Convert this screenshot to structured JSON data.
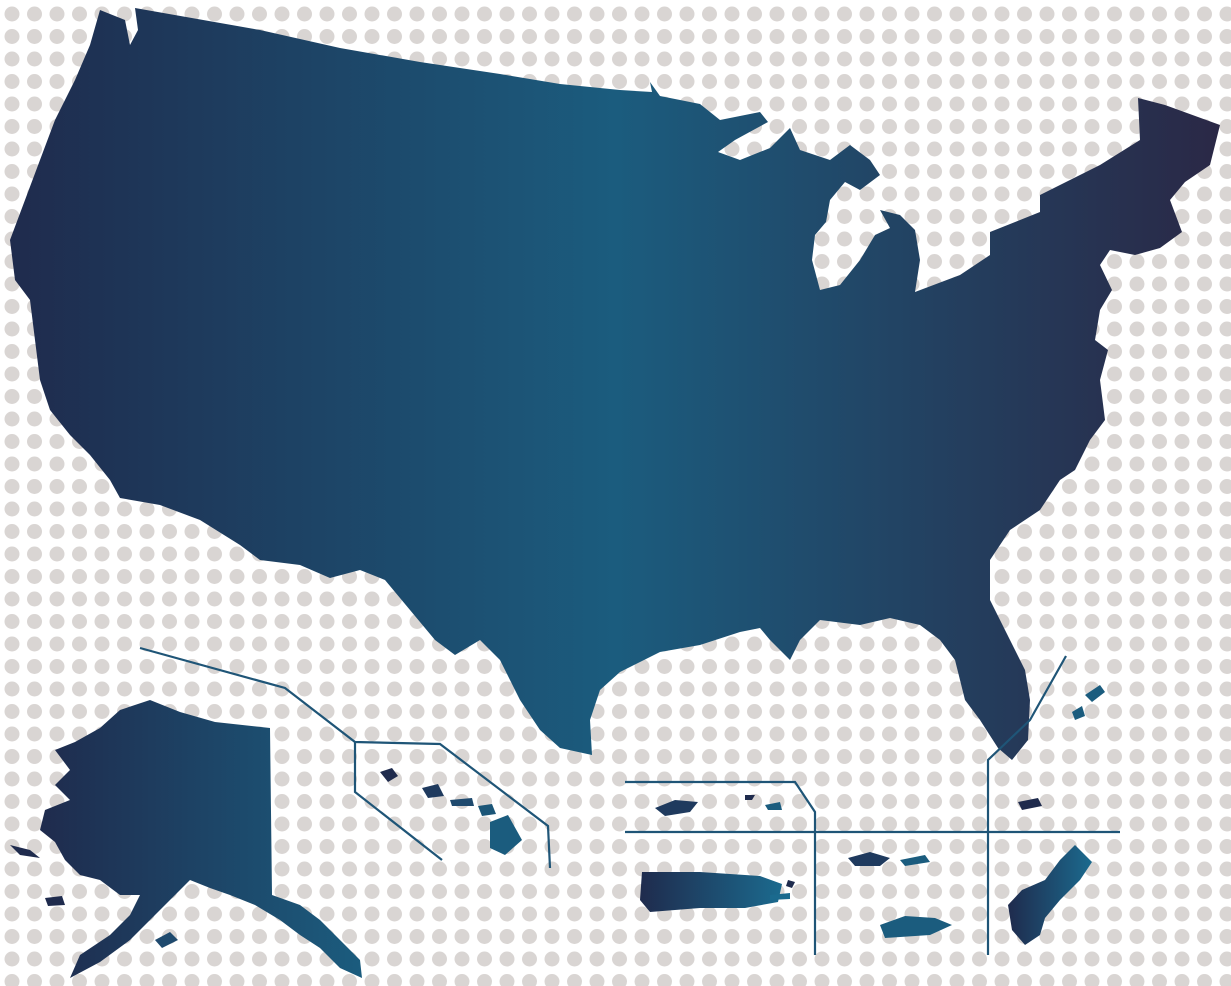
{
  "map": {
    "colors": {
      "background": "#ffffff",
      "dot": "#d9d5d3",
      "fill_dark": "#1f2b4d",
      "fill_mid": "#1b5c7e",
      "fill_edge": "#2a2846",
      "line": "#1f5577"
    },
    "regions": [
      {
        "name": "contiguous-us",
        "label": ""
      },
      {
        "name": "alaska",
        "label": ""
      },
      {
        "name": "hawaii",
        "label": ""
      },
      {
        "name": "puerto-rico",
        "label": ""
      },
      {
        "name": "us-virgin-islands",
        "label": ""
      },
      {
        "name": "guam",
        "label": ""
      },
      {
        "name": "northern-mariana-islands",
        "label": ""
      }
    ]
  }
}
